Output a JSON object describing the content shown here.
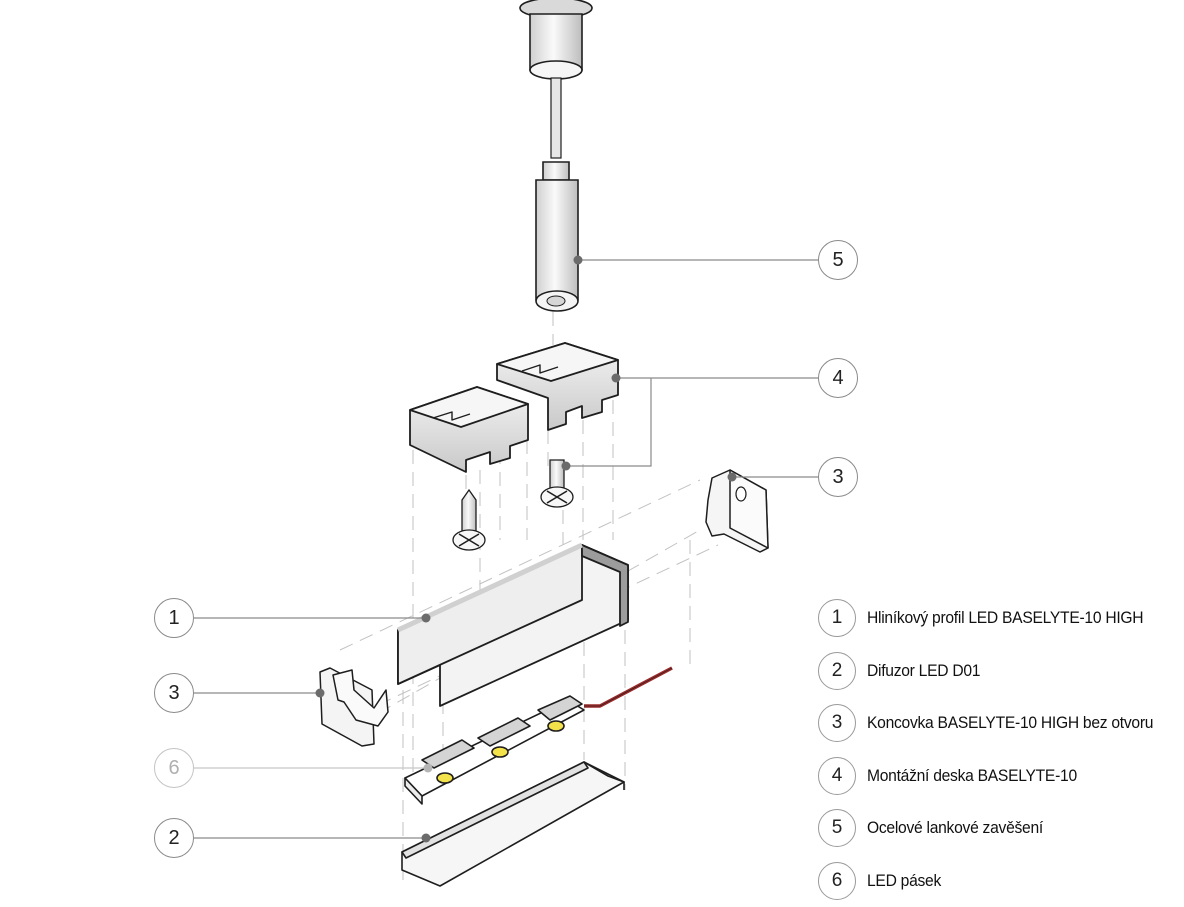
{
  "diagram": {
    "type": "exploded-assembly",
    "callouts": [
      {
        "id": "callout-5",
        "number": "5"
      },
      {
        "id": "callout-4",
        "number": "4"
      },
      {
        "id": "callout-3-right",
        "number": "3"
      },
      {
        "id": "callout-1",
        "number": "1"
      },
      {
        "id": "callout-3-left",
        "number": "3"
      },
      {
        "id": "callout-6",
        "number": "6"
      },
      {
        "id": "callout-2",
        "number": "2"
      }
    ],
    "colors": {
      "outline": "#1e1e1e",
      "leader": "#8a8a8a",
      "leader_dot": "#6b6b6b",
      "dash": "#bdbdbd",
      "part_fill": "#f2f2f2",
      "led_yellow": "#f4e24a",
      "wire_red": "#9b2a2a"
    }
  },
  "legend": {
    "items": [
      {
        "number": "1",
        "label": "Hliníkový profil LED BASELYTE-10 HIGH"
      },
      {
        "number": "2",
        "label": "Difuzor LED D01"
      },
      {
        "number": "3",
        "label": "Koncovka BASELYTE-10 HIGH bez otvoru"
      },
      {
        "number": "4",
        "label": "Montážní deska BASELYTE-10"
      },
      {
        "number": "5",
        "label": "Ocelové lankové zavěšení"
      },
      {
        "number": "6",
        "label": "LED pásek"
      }
    ]
  }
}
